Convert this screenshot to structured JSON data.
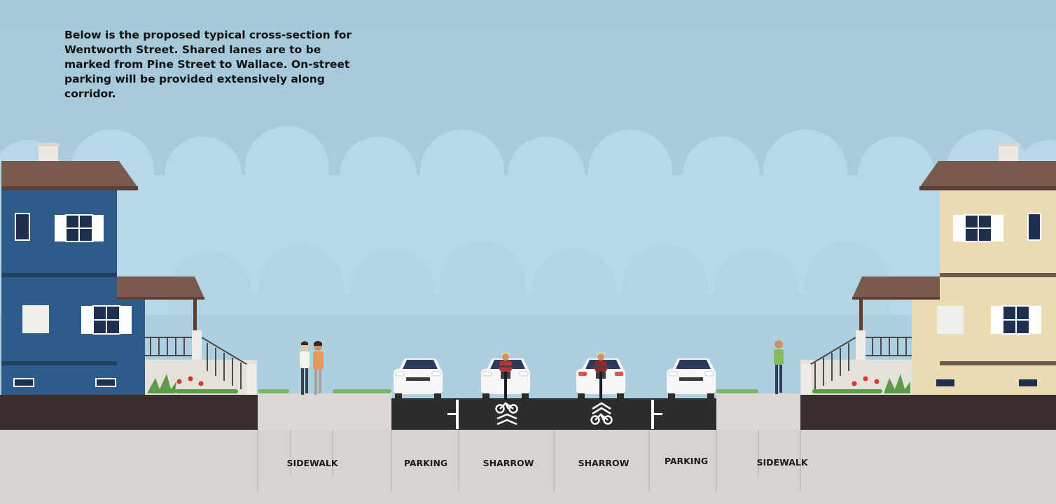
{
  "intro_text": "Below is the proposed typical cross-section for Wentworth Street. Shared lanes are to be marked from Pine Street to Wallace. On-street parking will be provided extensively along corridor.",
  "lanes": [
    {
      "label": "SIDEWALK"
    },
    {
      "label": "PARKING"
    },
    {
      "label": "SHARROW"
    },
    {
      "label": "SHARROW"
    },
    {
      "label": "PARKING"
    },
    {
      "label": "SIDEWALK"
    }
  ],
  "colors": {
    "sky": "#a9cddd",
    "cloud": "#b9dbe9",
    "blue_house": "#2e5b8a",
    "tan_house": "#ecdcb3",
    "roof": "#7b5a4e",
    "roadway": "#2c2c2c",
    "sidewalk": "#dcd8d3",
    "ground": "#d7d3ce",
    "soil": "#3a2f2c"
  },
  "icons": [
    "house-blue",
    "house-tan",
    "pedestrians",
    "car",
    "cyclist",
    "sharrow-marking"
  ]
}
